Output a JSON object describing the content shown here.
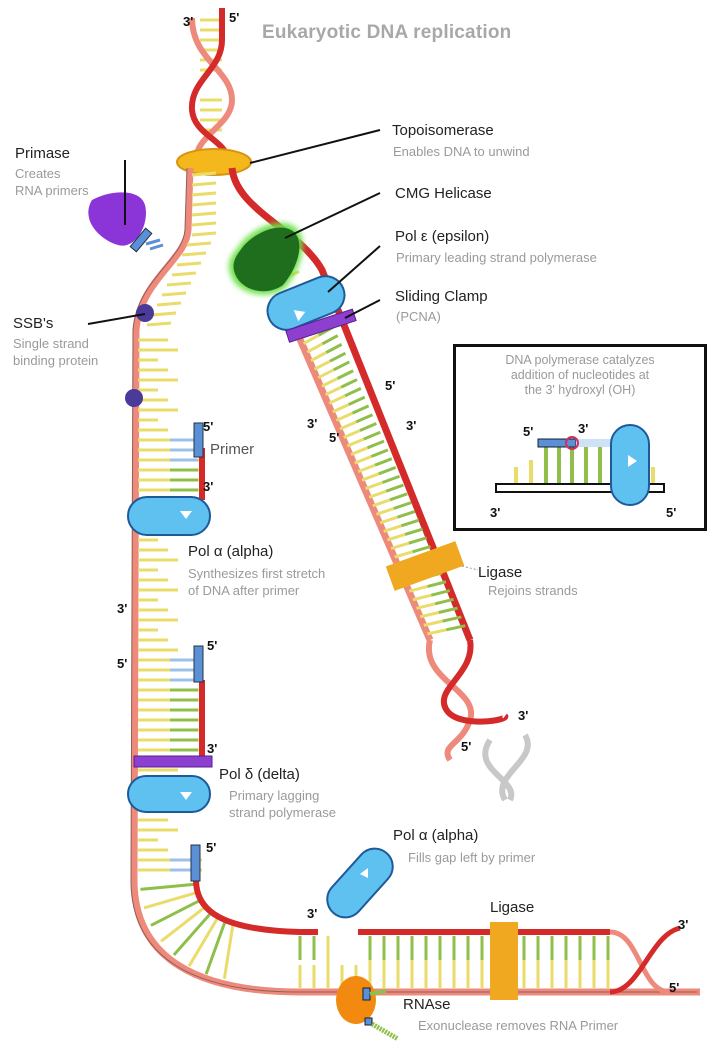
{
  "title": "Eukaryotic DNA replication",
  "colors": {
    "leading_parent_strand": "#d42a2a",
    "lagging_parent_strand": "#ee8a7c",
    "base_yellow": "#eadc6a",
    "base_green": "#8fbf4a",
    "polymerase": "#5fc1f0",
    "clamp": "#8d3fcf",
    "topoisomerase": "#f4b81c",
    "helicase": "#1e6e1e",
    "primase": "#8b35d8",
    "ligase": "#f0a820",
    "rnase": "#f28a10",
    "ssb": "#4a3a9a",
    "primer": "#5b8fd6"
  },
  "labels": {
    "topoisomerase": {
      "name": "Topoisomerase",
      "desc": "Enables DNA to unwind"
    },
    "primase": {
      "name": "Primase",
      "desc_lines": [
        "Creates",
        "RNA primers"
      ]
    },
    "helicase": {
      "name": "CMG Helicase"
    },
    "pol_epsilon": {
      "name": "Pol ε (epsilon)",
      "desc": "Primary leading strand polymerase"
    },
    "sliding_clamp": {
      "name": "Sliding Clamp",
      "desc": "(PCNA)"
    },
    "ssb": {
      "name": "SSB's",
      "desc_lines": [
        "Single strand",
        "binding protein"
      ]
    },
    "primer": {
      "name": "Primer"
    },
    "pol_alpha": {
      "name": "Pol α (alpha)",
      "desc_lines": [
        "Synthesizes first stretch",
        "of DNA after primer"
      ]
    },
    "ligase_leading": {
      "name": "Ligase",
      "desc": "Rejoins strands"
    },
    "pol_delta": {
      "name": "Pol δ (delta)",
      "desc_lines": [
        "Primary lagging",
        "strand polymerase"
      ]
    },
    "pol_alpha_gap": {
      "name": "Pol α (alpha)",
      "desc": "Fills gap left by primer"
    },
    "ligase_lagging": {
      "name": "Ligase"
    },
    "rnase": {
      "name": "RNAse",
      "desc": "Exonuclease removes RNA Primer"
    }
  },
  "inset": {
    "text": "DNA polymerase catalyzes\naddition of nucleotides at\nthe 3' hydroxyl (OH)",
    "prime_5_top": "5'",
    "prime_3_top": "3'",
    "prime_3_bottom": "3'",
    "prime_5_bottom": "5'"
  },
  "primes": {
    "top_3": "3'",
    "top_5": "5'",
    "lead_5a": "5'",
    "lead_3a": "3'",
    "lead_3b": "3'",
    "lead_5b": "5'",
    "lead_end_3": "3'",
    "lead_end_5": "5'",
    "lag_primer1_5": "5'",
    "lag_primer1_3": "3'",
    "lag_left_3": "3'",
    "lag_left_5": "5'",
    "lag_primer2_5": "5'",
    "lag_primer2_3": "3'",
    "lag_primer3_5": "5'",
    "gap_3": "3'",
    "end_3": "3'",
    "end_5": "5'"
  }
}
